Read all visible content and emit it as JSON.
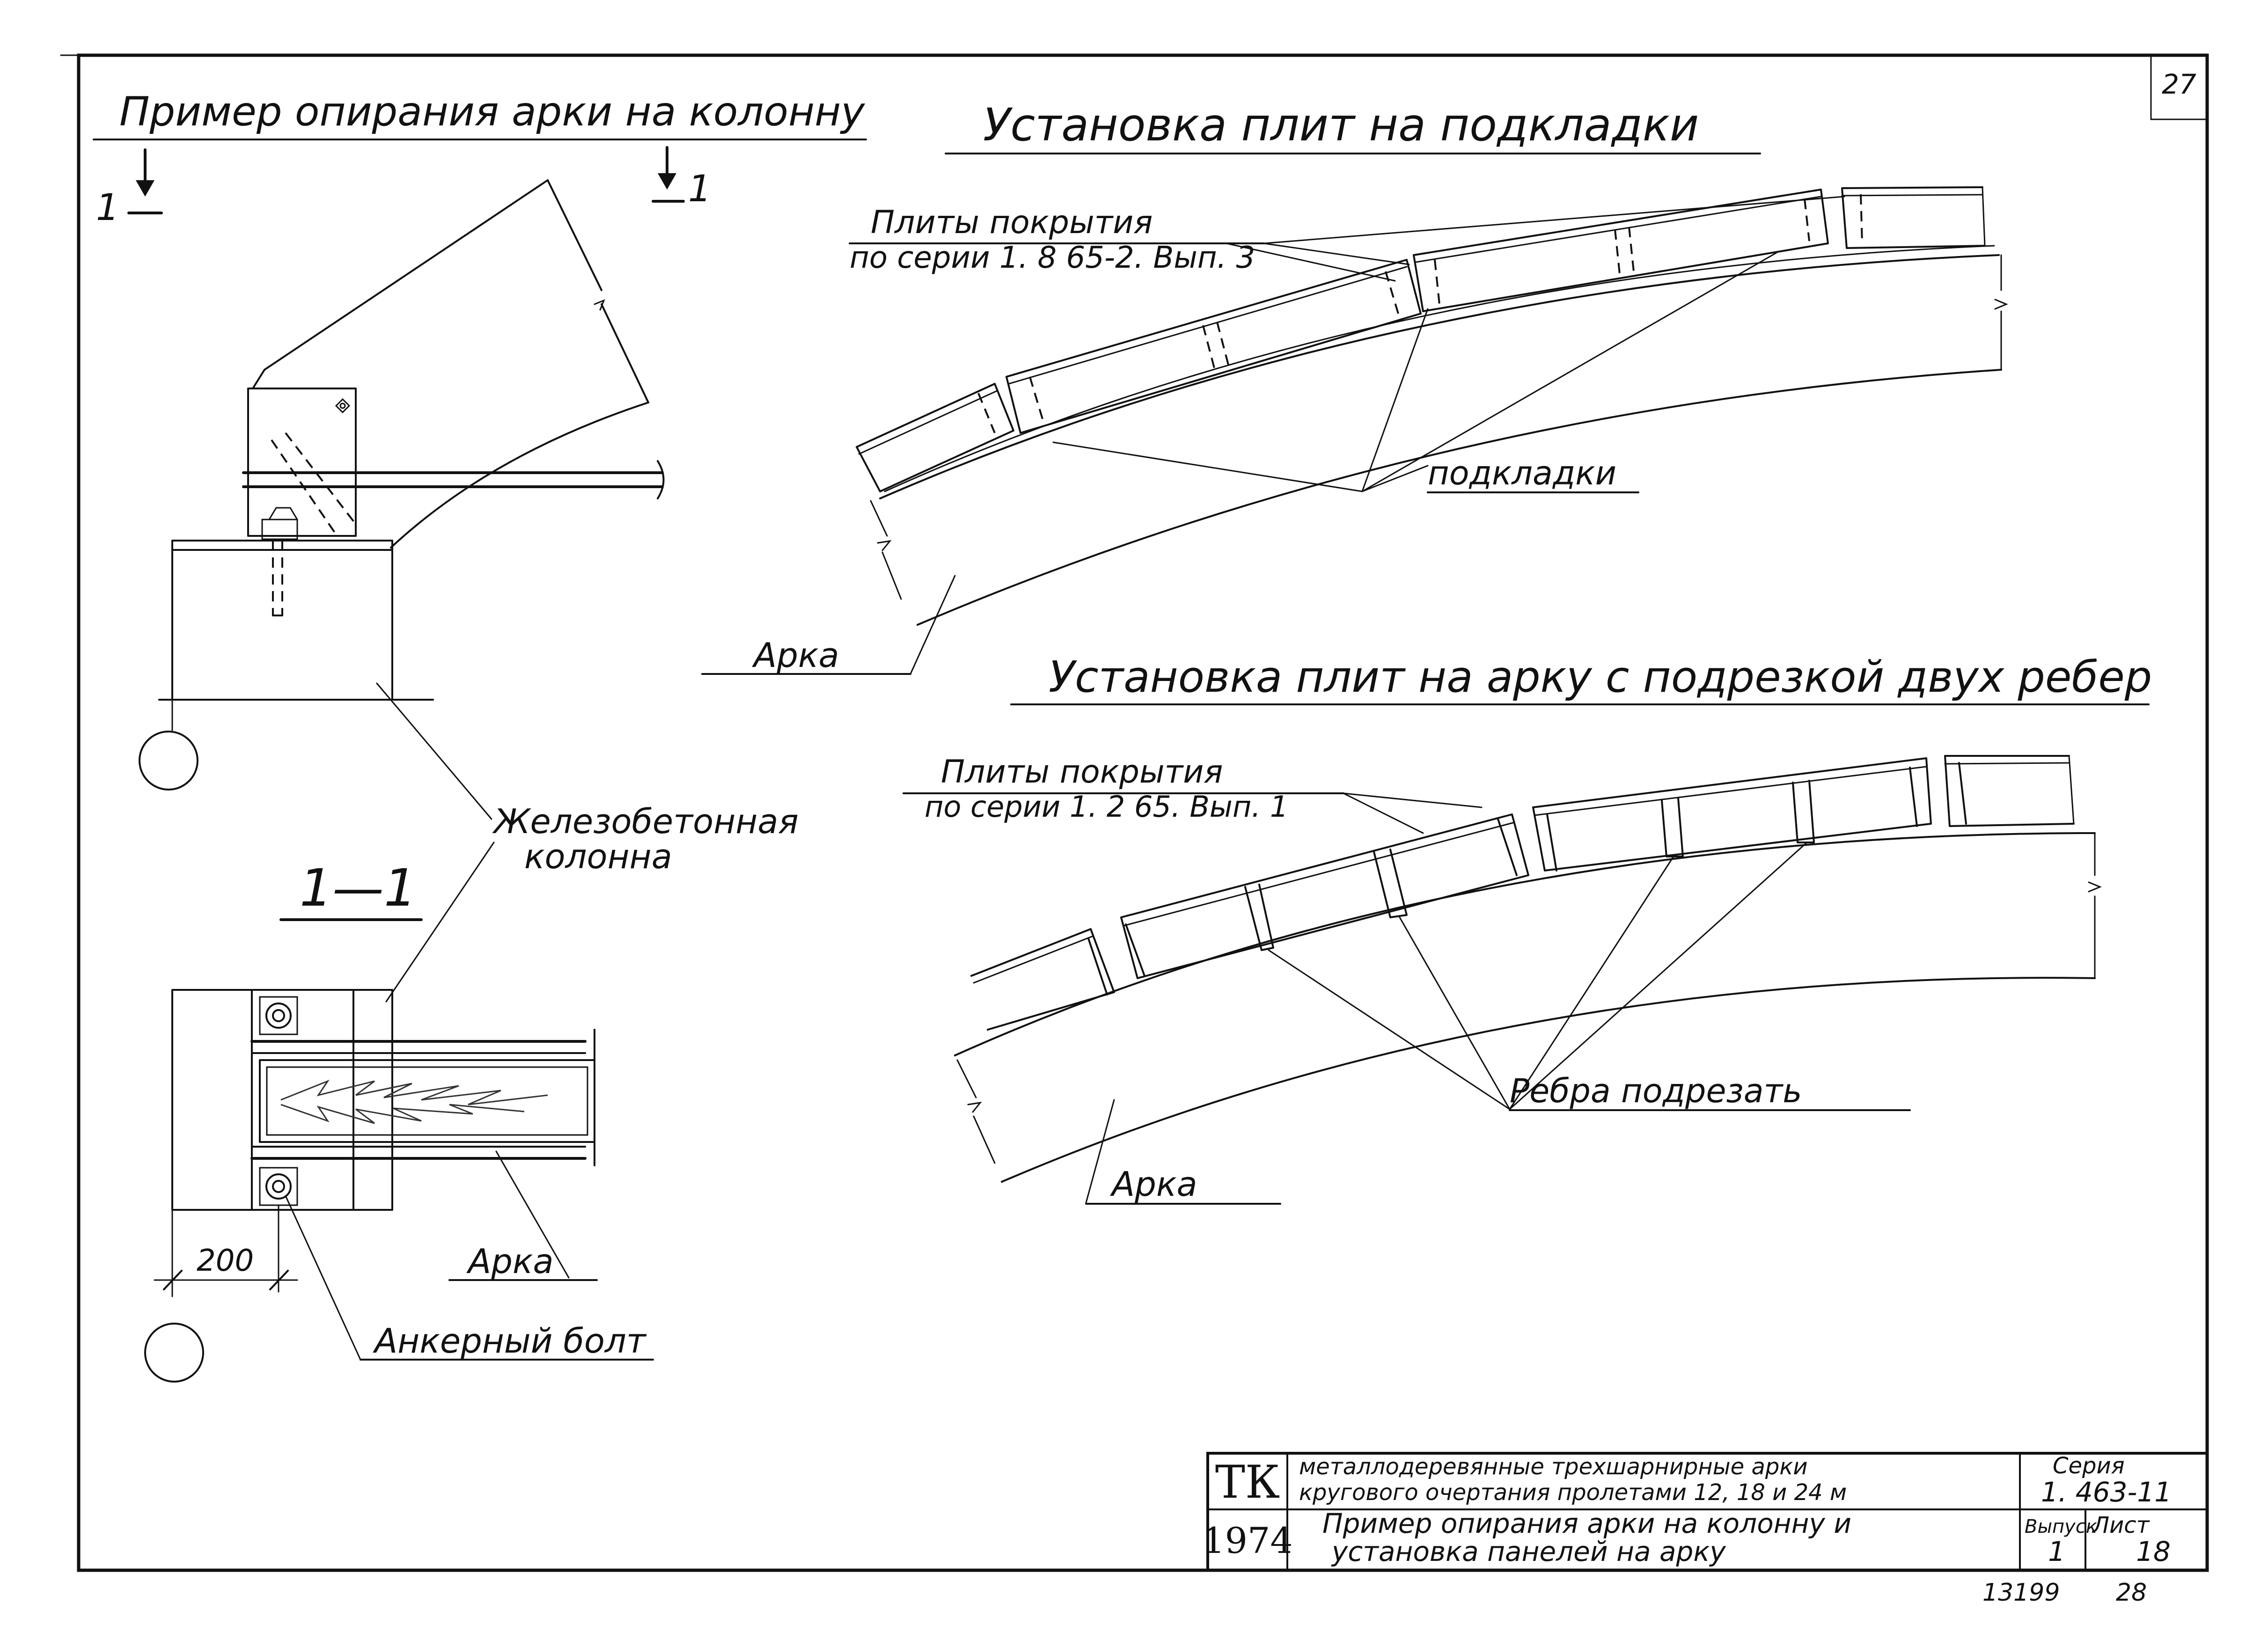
{
  "sheet_number": "27",
  "left_section": {
    "title": "Пример опирания арки на колонну",
    "section_mark_left": "1",
    "section_mark_right": "1",
    "section_title": "1—1",
    "label_column_line1": "Железобетонная",
    "label_column_line2": "колонна",
    "label_arch": "Арка",
    "label_anchor_bolt": "Анкерный болт",
    "dimension": "200"
  },
  "top_right_section": {
    "title": "Установка плит на подкладки",
    "label_slabs_line1": "Плиты покрытия",
    "label_slabs_line2": "по серии 1. 8 65-2. Вып. 3",
    "label_pads": "подкладки",
    "label_arch": "Арка"
  },
  "bottom_right_section": {
    "title": "Установка плит на арку с подрезкой двух ребер",
    "label_slabs_line1": "Плиты покрытия",
    "label_slabs_line2": "по серии 1. 2 65. Вып. 1",
    "label_ribs": "Ребра подрезать",
    "label_arch": "Арка"
  },
  "title_block": {
    "org": "ТК",
    "year": "1974",
    "project_line1": "металлодеревянные трехшарнирные арки",
    "project_line2": "кругового очертания пролетами 12, 18 и 24 м",
    "sheet_title_line1": "Пример опирания арки на колонну и",
    "sheet_title_line2": "установка панелей на арку",
    "series_label": "Серия",
    "series_value": "1. 463-11",
    "issue_label": "Выпуск",
    "issue_value": "1",
    "sheet_label": "Лист",
    "sheet_value": "18"
  },
  "footer": {
    "inventory_number": "13199",
    "page_number": "28"
  }
}
